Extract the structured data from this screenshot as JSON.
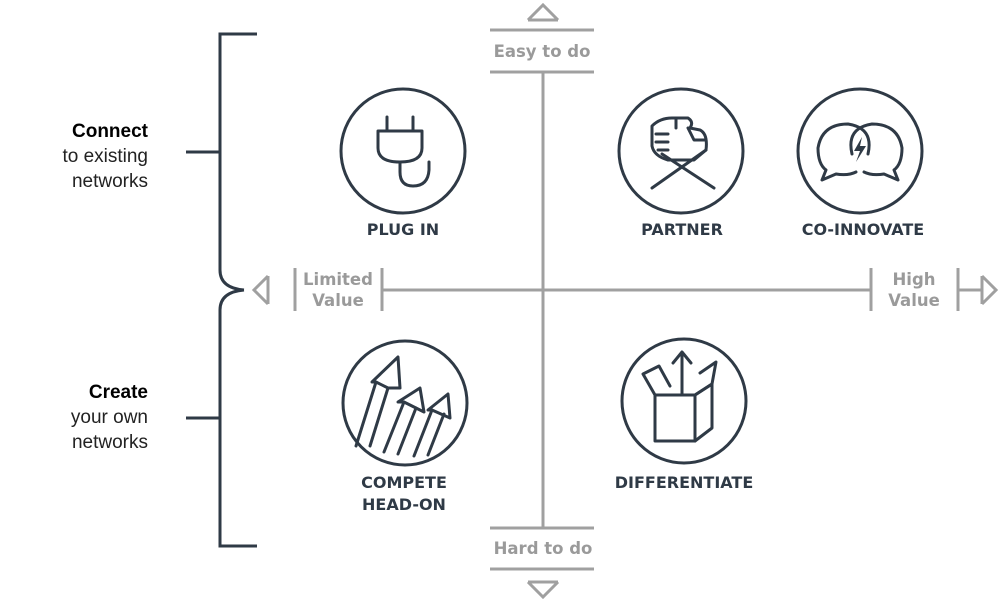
{
  "axes": {
    "top_label": "Easy to do",
    "bottom_label": "Hard to do",
    "left_label_line1": "Limited",
    "left_label_line2": "Value",
    "right_label_line1": "High",
    "right_label_line2": "Value"
  },
  "groups": {
    "connect": {
      "title": "Connect",
      "line1": "to existing",
      "line2": "networks"
    },
    "create": {
      "title": "Create",
      "line1": "your own",
      "line2": "networks"
    }
  },
  "items": {
    "plug_in": {
      "label": "PLUG IN",
      "icon": "plug-icon"
    },
    "partner": {
      "label": "PARTNER",
      "icon": "handshake-icon"
    },
    "co_innovate": {
      "label": "CO-INNOVATE",
      "icon": "speech-bubbles-icon"
    },
    "compete": {
      "label_line1": "COMPETE",
      "label_line2": "HEAD-ON",
      "icon": "arrows-up-icon"
    },
    "differentiate": {
      "label": "DIFFERENTIATE",
      "icon": "open-box-icon"
    }
  },
  "colors": {
    "axis": "#a0a0a0",
    "icon": "#2f3a46",
    "bracket": "#2f3a46"
  }
}
